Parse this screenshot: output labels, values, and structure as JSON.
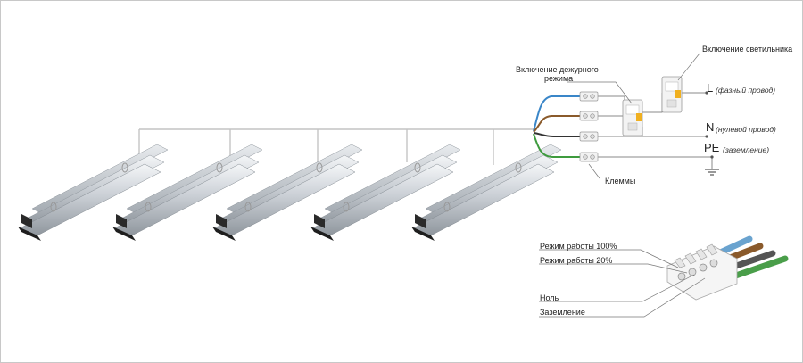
{
  "labels": {
    "standby_switch": [
      "Включение дежурного",
      "режима"
    ],
    "lamp_switch": "Включение светильника",
    "terminals": "Клеммы",
    "line_L": {
      "letter": "L",
      "desc": "(фазный провод)"
    },
    "line_N": {
      "letter": "N",
      "desc": "(нулевой провод)"
    },
    "line_PE": {
      "letter": "PE",
      "desc": "(заземление)"
    },
    "mode_100": "Режим работы 100%",
    "mode_20": "Режим работы 20%",
    "neutral": "Ноль",
    "ground": "Заземление"
  },
  "wire_colors": {
    "blue": "#3a86c8",
    "brown": "#8a5a2b",
    "black": "#333333",
    "green": "#3e9b3e",
    "grey": "#9a9a9a"
  },
  "luminaire_count": 5
}
